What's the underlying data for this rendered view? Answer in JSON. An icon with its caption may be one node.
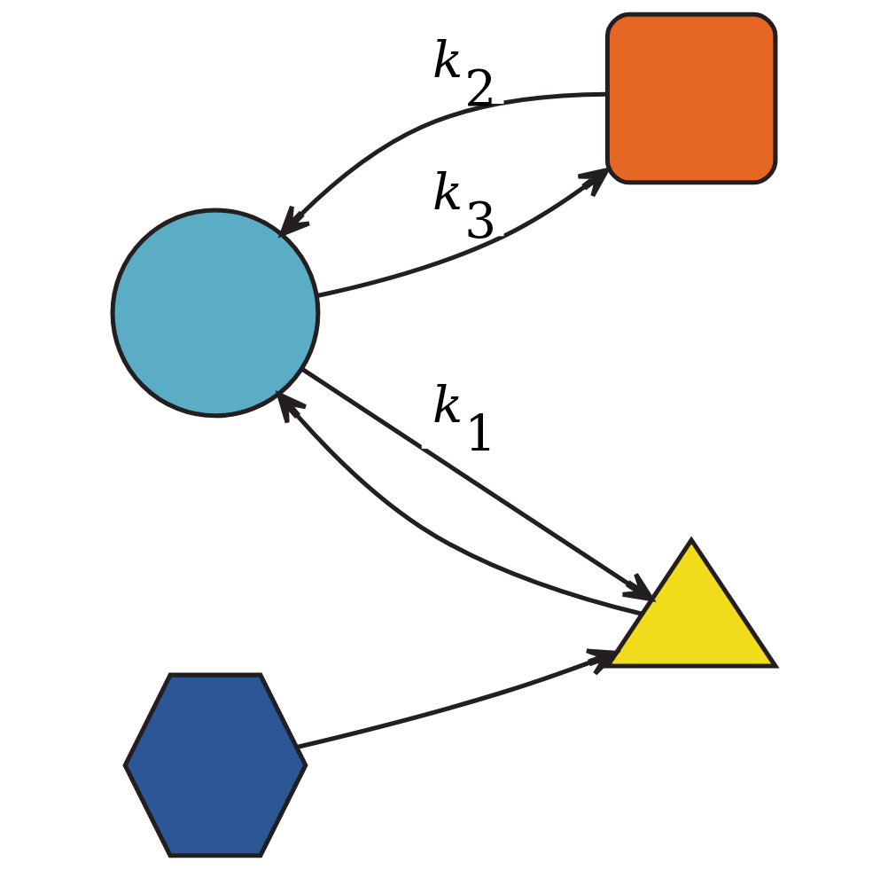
{
  "diagram": {
    "nodes": [
      {
        "text": [],
        "shape": "circle"
      },
      {
        "text": [],
        "shape": "hexagon"
      },
      {
        "text": [],
        "shape": "triangle"
      },
      {
        "text": [],
        "shape": "box"
      }
    ],
    "edges": [
      {
        "from": 0,
        "to": 2,
        "arrow": "to",
        "label": "k$_{1}$"
      },
      {
        "from": 1,
        "to": 2,
        "arrow": "to"
      },
      {
        "from": 3,
        "to": 0,
        "arrow": "to",
        "label": "k$_{2}$"
      },
      {
        "from": 2,
        "to": 0,
        "arrow": "to"
      },
      {
        "from": 0,
        "to": 3,
        "arrow": "to",
        "label": "k$_{3}$"
      }
    ]
  }
}
